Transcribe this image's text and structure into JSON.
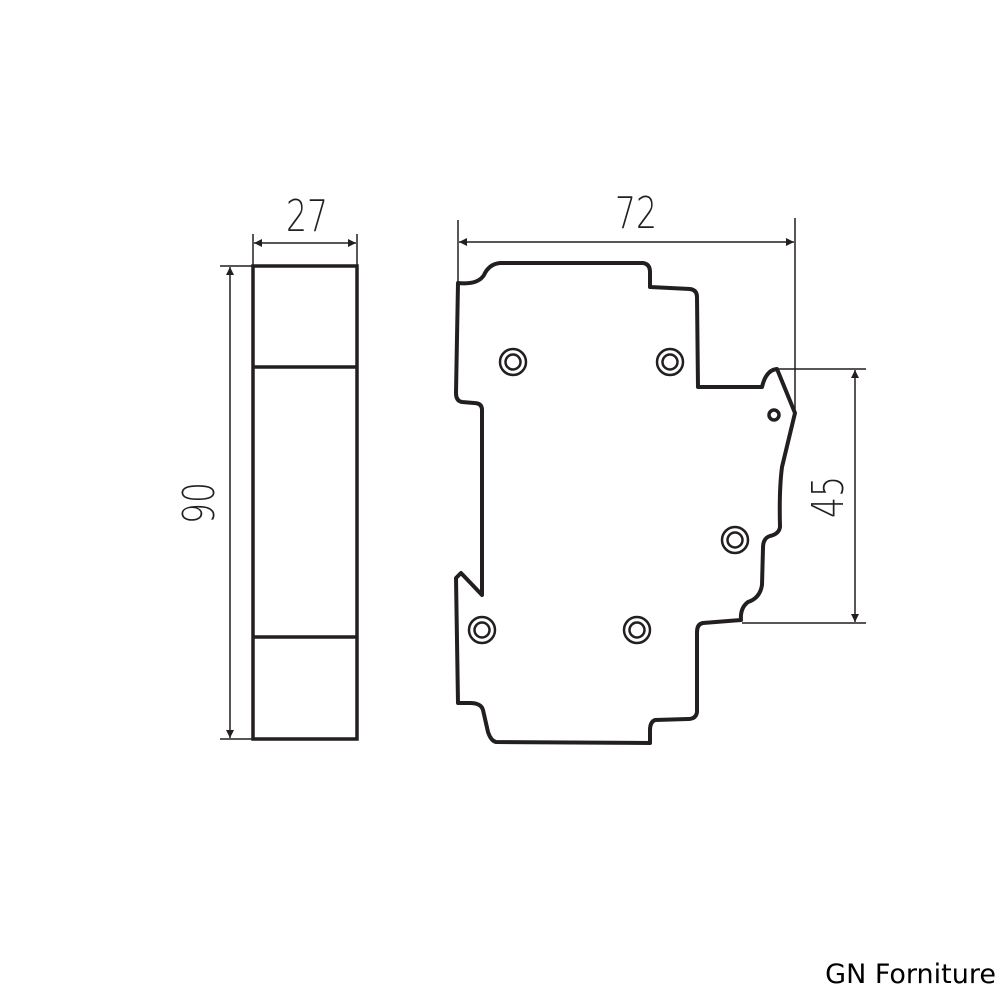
{
  "dimensions": {
    "width_side": "27",
    "height": "90",
    "width_front": "72",
    "height_partial": "45"
  },
  "watermark": "GN Forniture",
  "colors": {
    "line": "#231f20",
    "background": "#ffffff"
  }
}
